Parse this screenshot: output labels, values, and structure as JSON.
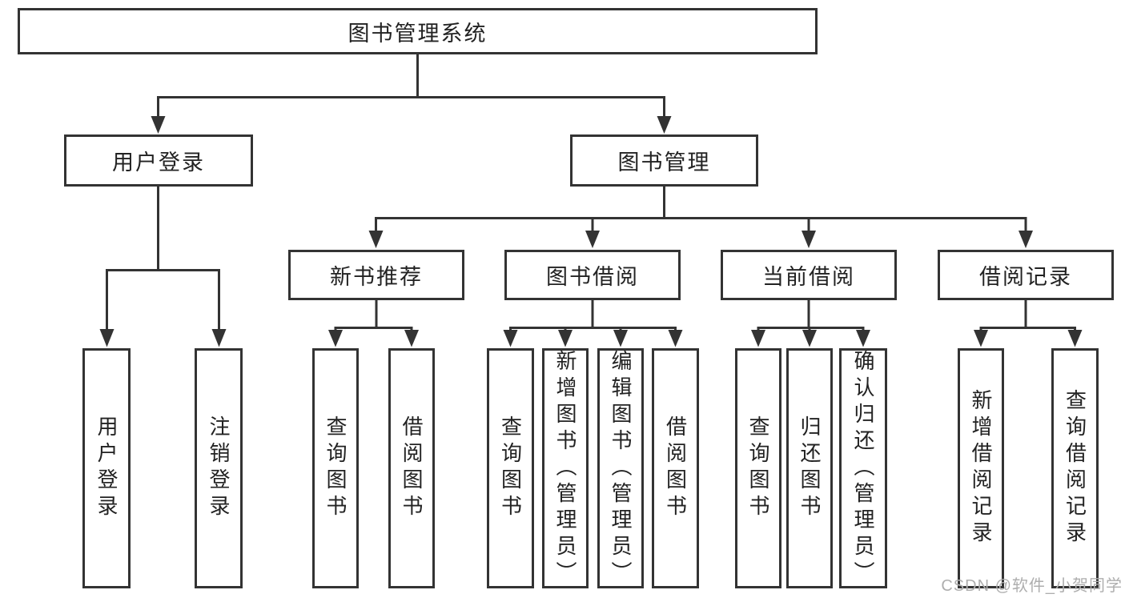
{
  "diagram": {
    "root": {
      "label": "图书管理系统"
    },
    "branches": [
      {
        "label": "用户登录",
        "children": [
          {
            "label": "用户登录"
          },
          {
            "label": "注销登录"
          }
        ]
      },
      {
        "label": "图书管理",
        "children": [
          {
            "label": "新书推荐",
            "children": [
              {
                "label": "查询图书"
              },
              {
                "label": "借阅图书"
              }
            ]
          },
          {
            "label": "图书借阅",
            "children": [
              {
                "label": "查询图书"
              },
              {
                "label": "新增图书（管理员）"
              },
              {
                "label": "编辑图书（管理员）"
              },
              {
                "label": "借阅图书"
              }
            ]
          },
          {
            "label": "当前借阅",
            "children": [
              {
                "label": "查询图书"
              },
              {
                "label": "归还图书"
              },
              {
                "label": "确认归还（管理员）"
              }
            ]
          },
          {
            "label": "借阅记录",
            "children": [
              {
                "label": "新增借阅记录"
              },
              {
                "label": "查询借阅记录"
              }
            ]
          }
        ]
      }
    ]
  },
  "watermark": {
    "text": "CSDN @软件_小贺同学"
  },
  "colors": {
    "line": "#333333",
    "box_border": "#333333",
    "text": "#222222",
    "background": "#ffffff",
    "watermark": "#aeaeae"
  }
}
